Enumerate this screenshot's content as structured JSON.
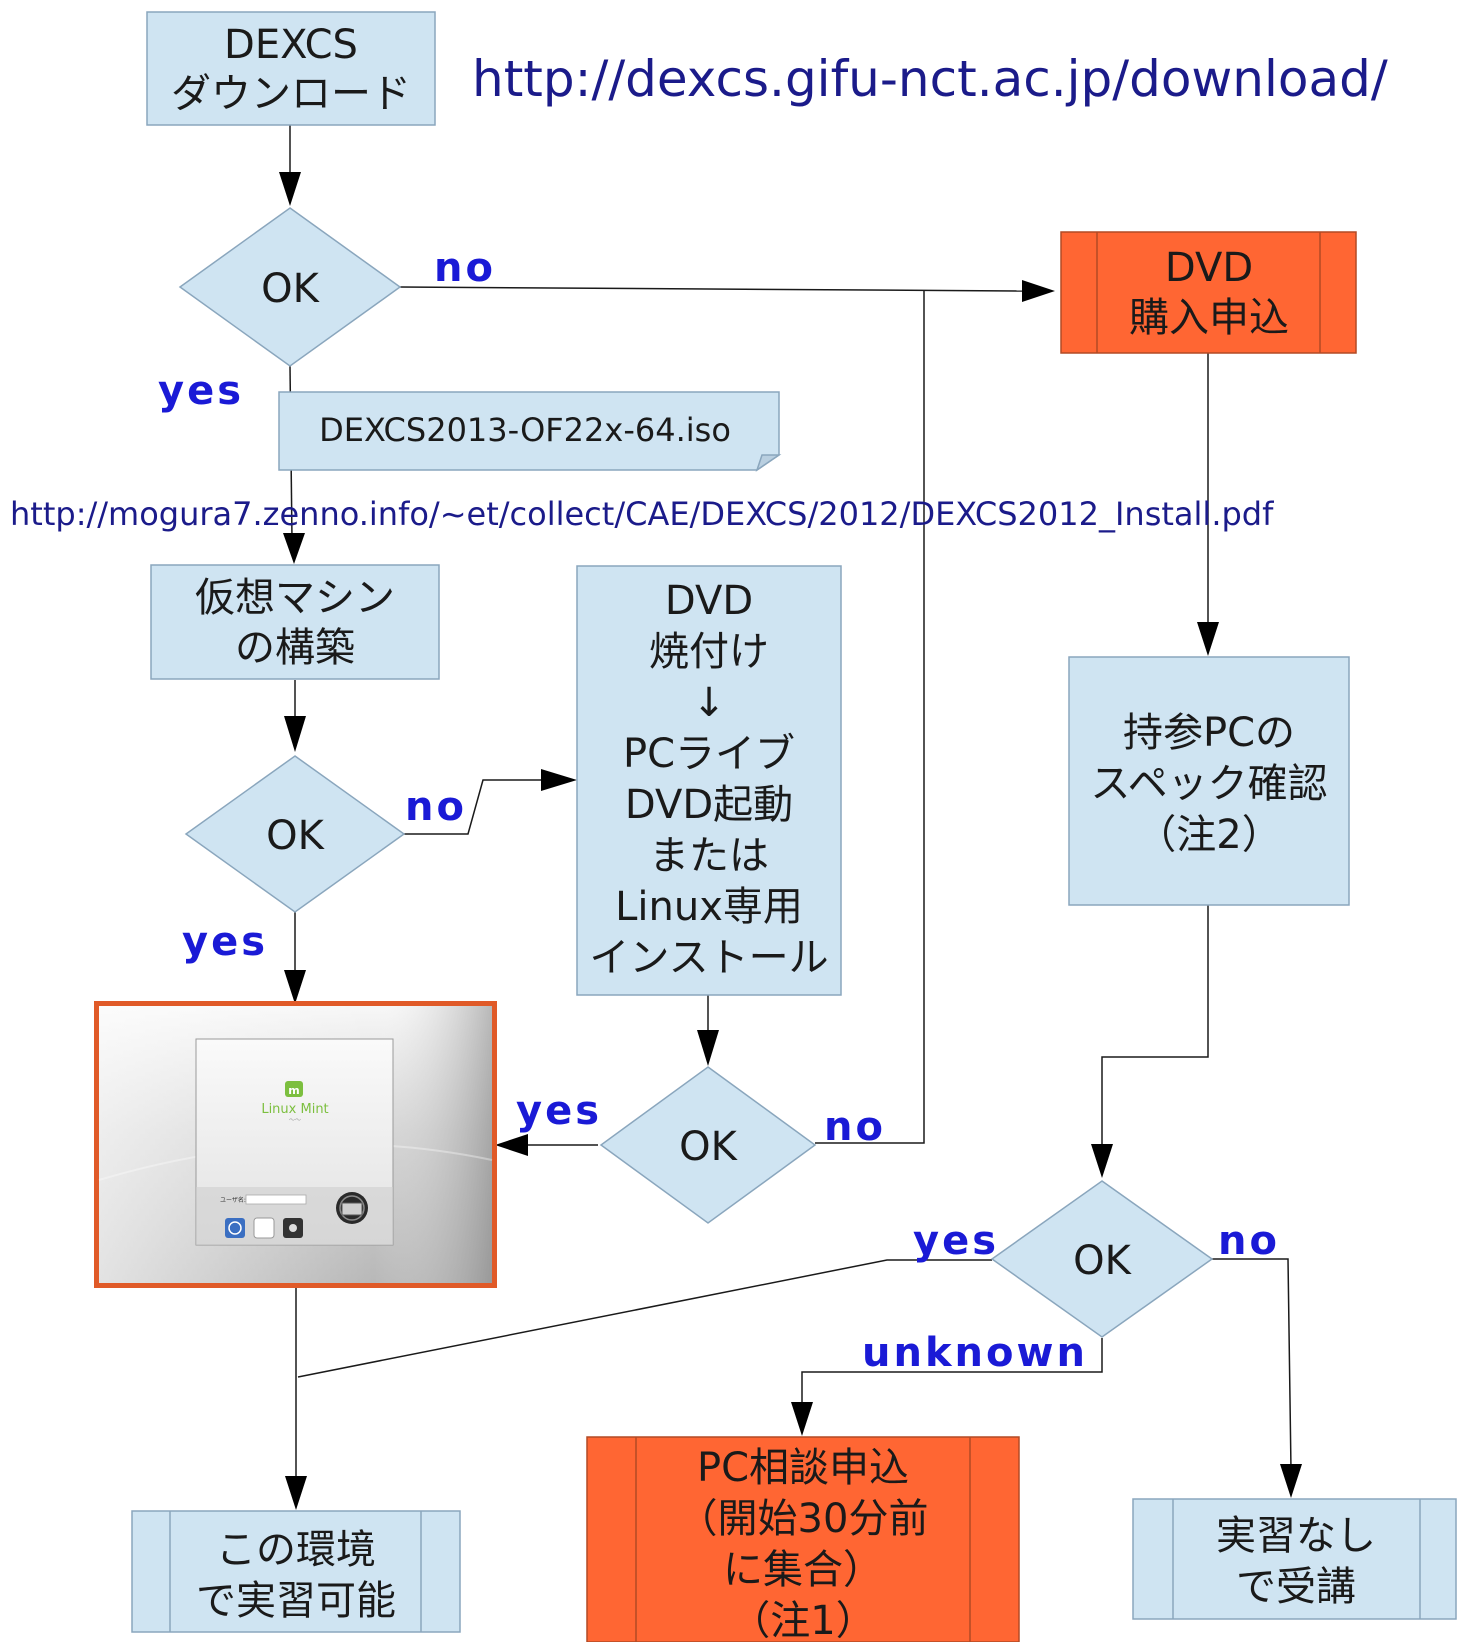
{
  "urls": {
    "download": "http://dexcs.gifu-nct.ac.jp/download/",
    "install_pdf": "http://mogura7.zenno.info/~et/collect/CAE/DEXCS/2012/DEXCS2012_Install.pdf"
  },
  "nodes": {
    "download": [
      "DEXCS",
      "ダウンロード"
    ],
    "decision1": "OK",
    "iso_file": "DEXCS2013-OF22x-64.iso",
    "vm": [
      "仮想マシン",
      "の構築"
    ],
    "decision2": "OK",
    "dvd_live": [
      "DVD",
      "焼付け",
      "↓",
      "PCライブ",
      "DVD起動",
      "または",
      "Linux専用",
      "インストール"
    ],
    "decision3": "OK",
    "dvd_order": [
      "DVD",
      "購入申込"
    ],
    "pc_spec": [
      "持参PCの",
      "スペック確認",
      "（注2）"
    ],
    "decision4": "OK",
    "env_ok": [
      "この環境",
      "で実習可能"
    ],
    "pc_consult": [
      "PC相談申込",
      "（開始30分前",
      "に集合）",
      "（注1）"
    ],
    "no_practice": [
      "実習なし",
      "で受講"
    ]
  },
  "edge_labels": {
    "d1_no": "no",
    "d1_yes": "yes",
    "d2_no": "no",
    "d2_yes": "yes",
    "d3_yes": "yes",
    "d3_no": "no",
    "d4_yes": "yes",
    "d4_no": "no",
    "d4_unknown": "unknown"
  },
  "screenshot": {
    "logo_text": "Linux Mint",
    "field_label": "ユーザ名:"
  },
  "colors": {
    "box_blue": "#cfe4f2",
    "box_orange": "#ff6633",
    "label_blue": "#1a1ad6",
    "url_navy": "#1b1b8a",
    "frame_orange": "#e0501e"
  }
}
